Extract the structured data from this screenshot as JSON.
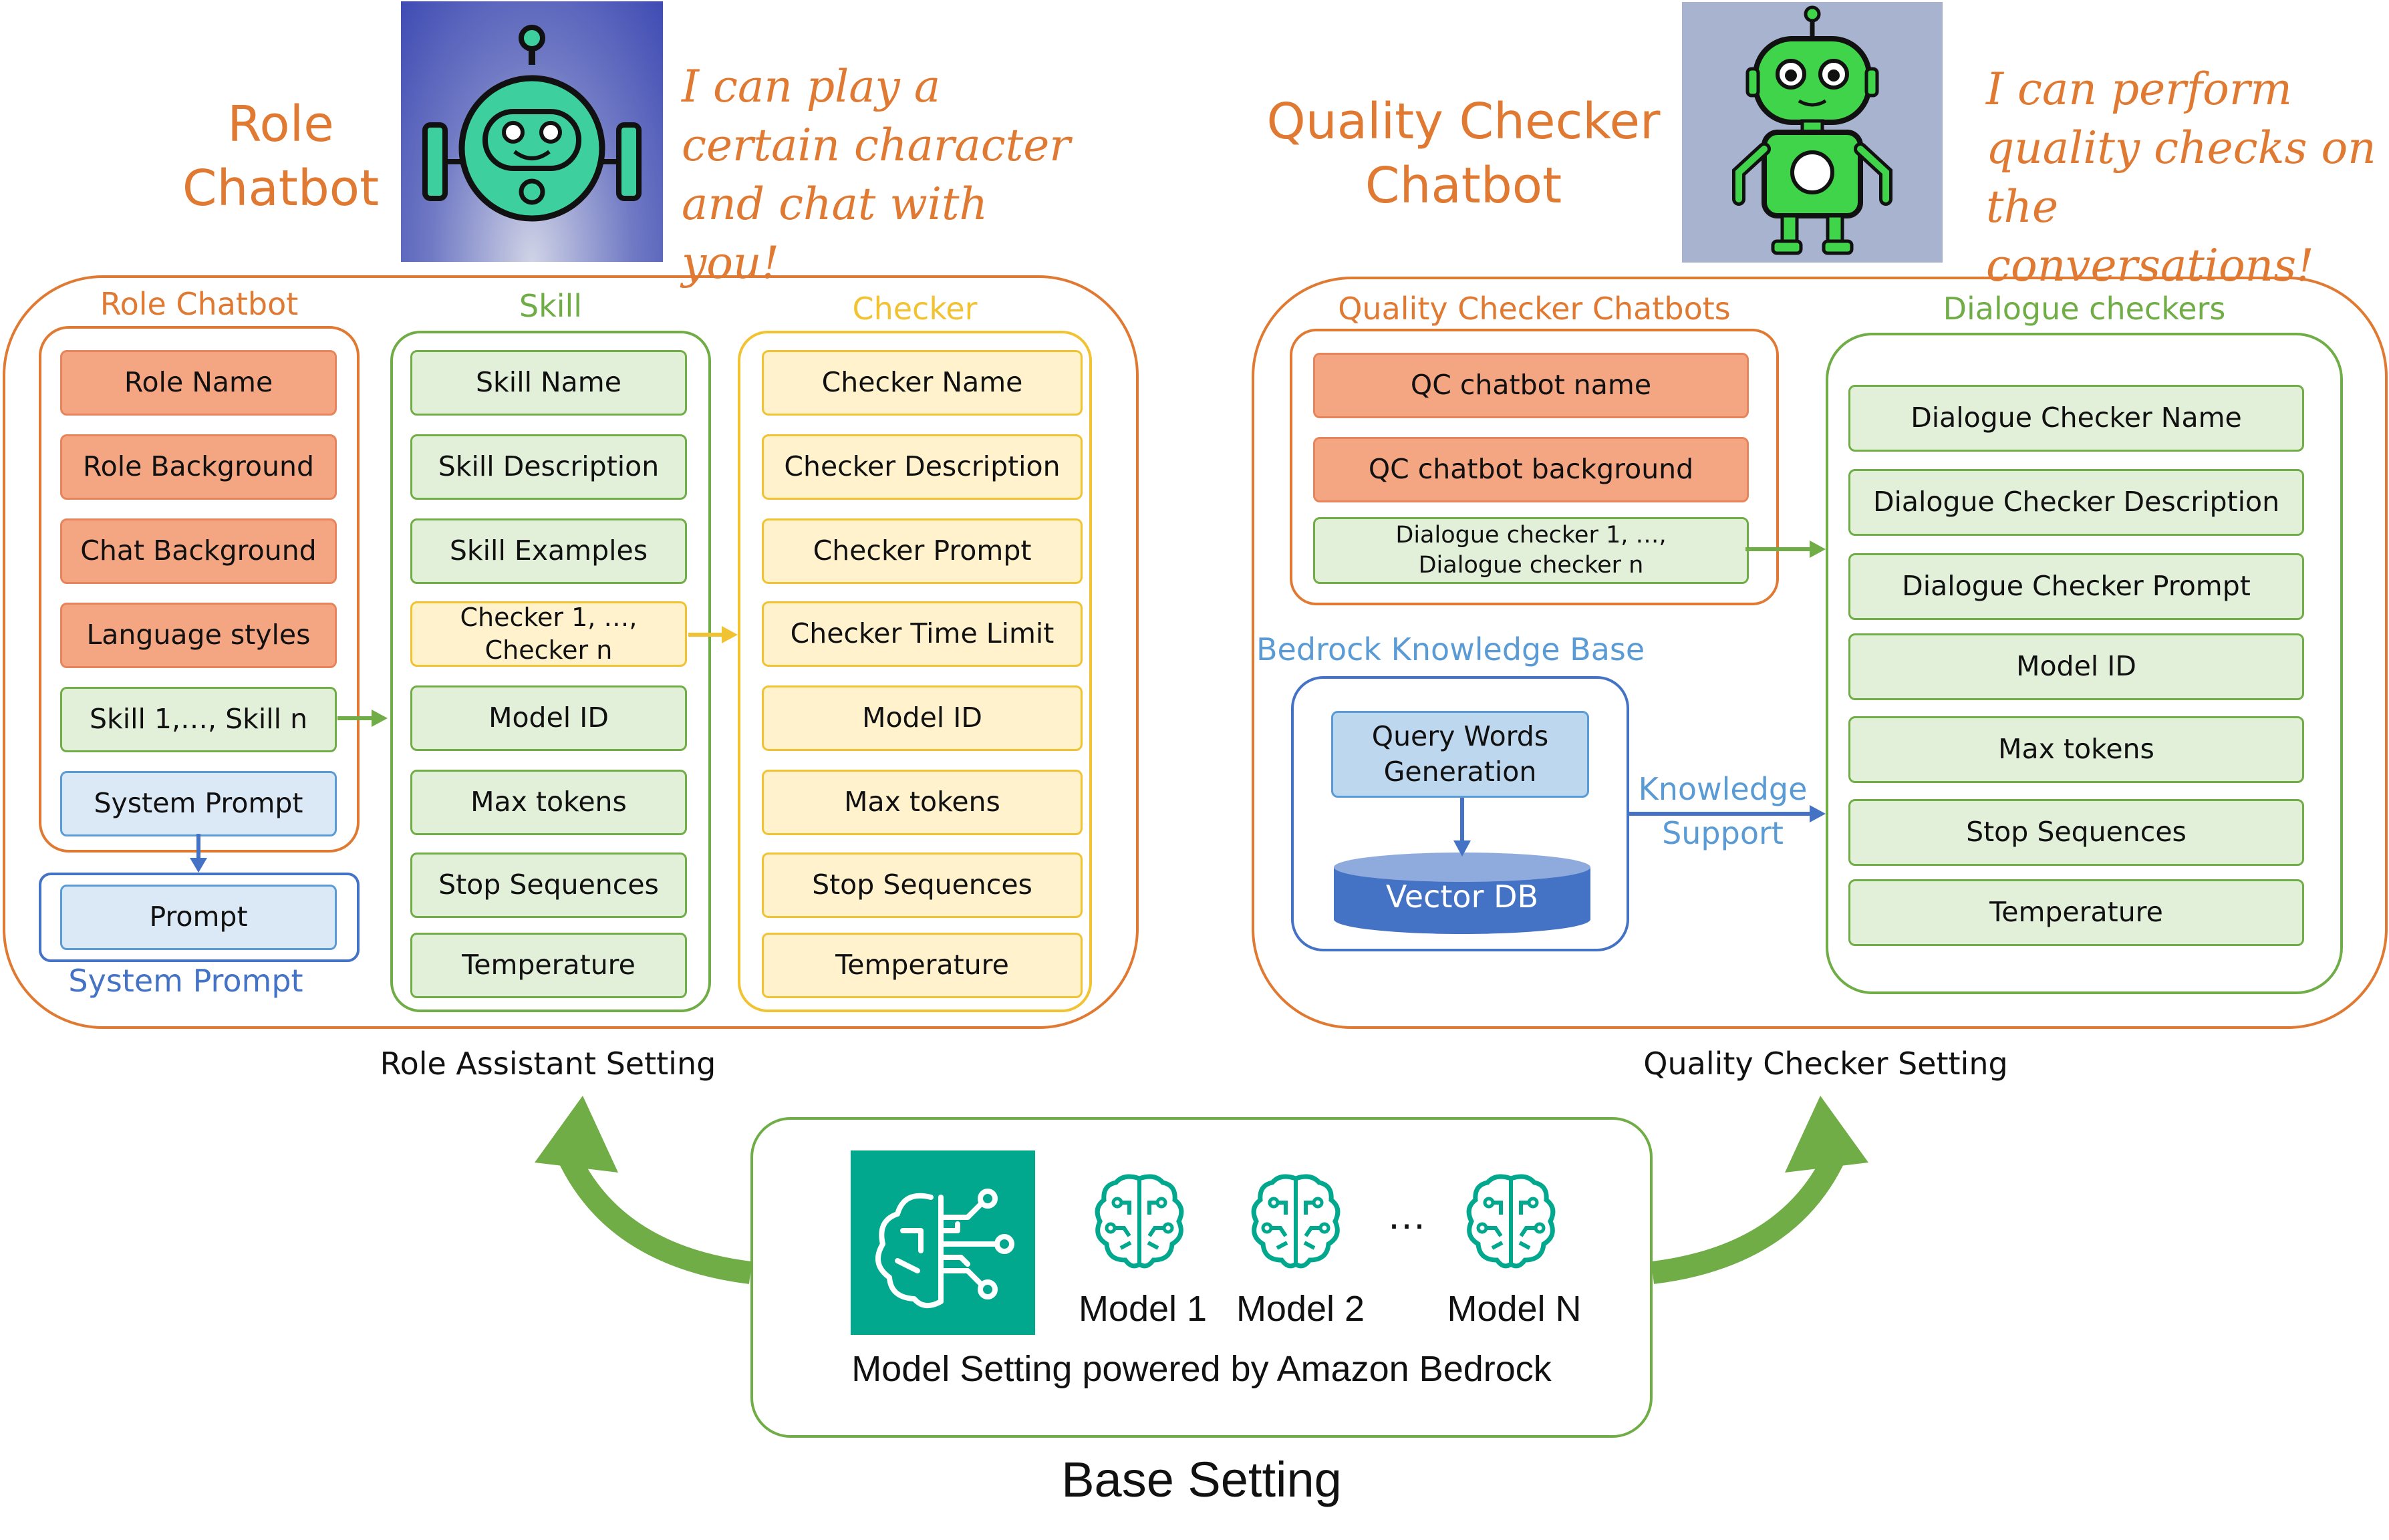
{
  "role_side": {
    "title": "Role\nChatbot",
    "quote": "I can play a\ncertain character\nand chat with you!",
    "setting_label": "Role Assistant Setting",
    "role_chatbot": {
      "label": "Role Chatbot",
      "items": [
        "Role Name",
        "Role Background",
        "Chat Background",
        "Language styles",
        "Skill 1,…, Skill n",
        "System Prompt"
      ]
    },
    "system_prompt": {
      "label": "System Prompt",
      "item": "Prompt"
    },
    "skill": {
      "label": "Skill",
      "items": [
        "Skill Name",
        "Skill Description",
        "Skill Examples",
        "Checker 1, …,\nChecker n",
        "Model ID",
        "Max tokens",
        "Stop Sequences",
        "Temperature"
      ]
    },
    "checker": {
      "label": "Checker",
      "items": [
        "Checker Name",
        "Checker Description",
        "Checker Prompt",
        "Checker Time Limit",
        "Model ID",
        "Max tokens",
        "Stop Sequences",
        "Temperature"
      ]
    }
  },
  "qc_side": {
    "title": "Quality Checker\nChatbot",
    "quote": "I can perform\nquality checks on\nthe conversations!",
    "setting_label": "Quality Checker Setting",
    "qc_chatbots": {
      "label": "Quality Checker Chatbots",
      "items": [
        "QC chatbot name",
        "QC chatbot background",
        "Dialogue checker 1, …,\nDialogue checker n"
      ]
    },
    "knowledge_base": {
      "label": "Bedrock Knowledge Base",
      "query": "Query Words\nGeneration",
      "db": "Vector DB",
      "arrow_label": "Knowledge\nSupport"
    },
    "dialogue_checkers": {
      "label": "Dialogue checkers",
      "items": [
        "Dialogue Checker Name",
        "Dialogue Checker Description",
        "Dialogue Checker Prompt",
        "Model ID",
        "Max tokens",
        "Stop Sequences",
        "Temperature"
      ]
    }
  },
  "base": {
    "models": [
      "Model 1",
      "Model 2",
      "Model N"
    ],
    "ellipsis": "…",
    "caption": "Model Setting powered by Amazon Bedrock",
    "label": "Base Setting"
  },
  "colors": {
    "orange": "#e07a33",
    "green": "#70ad47",
    "yellow": "#f1c232",
    "blue": "#4472c4",
    "teal": "#01a88d"
  }
}
